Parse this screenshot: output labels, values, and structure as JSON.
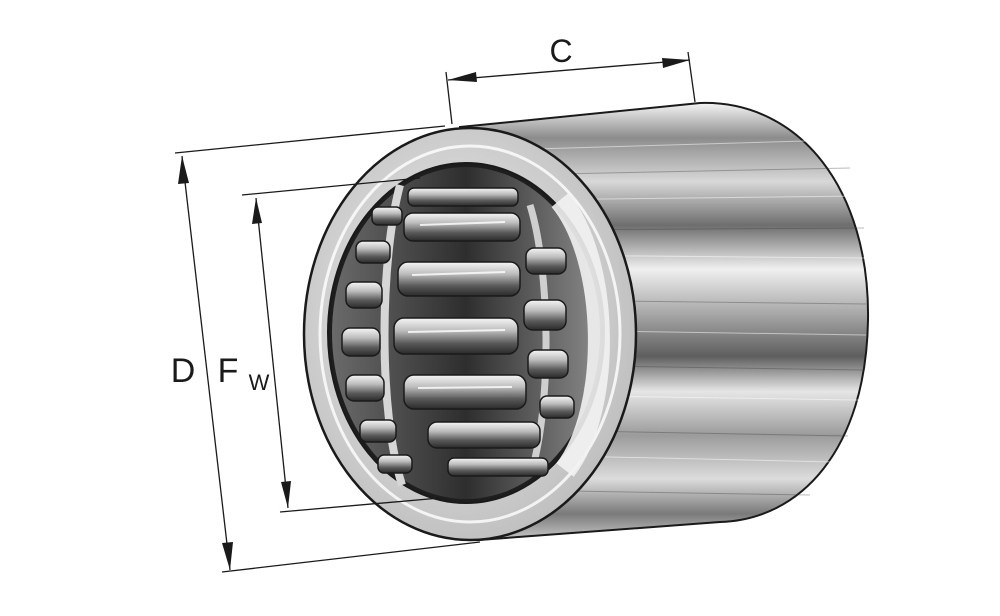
{
  "diagram": {
    "labels": {
      "width": "C",
      "outer_diameter": "D",
      "inner_main": "F",
      "inner_sub": "W"
    }
  },
  "colors": {
    "line": "#1a1a1a",
    "steel_dark": "#4a4a4a",
    "steel_mid": "#9a9a9a",
    "steel_light": "#e8e8e8",
    "face": "#d9d9d9"
  }
}
